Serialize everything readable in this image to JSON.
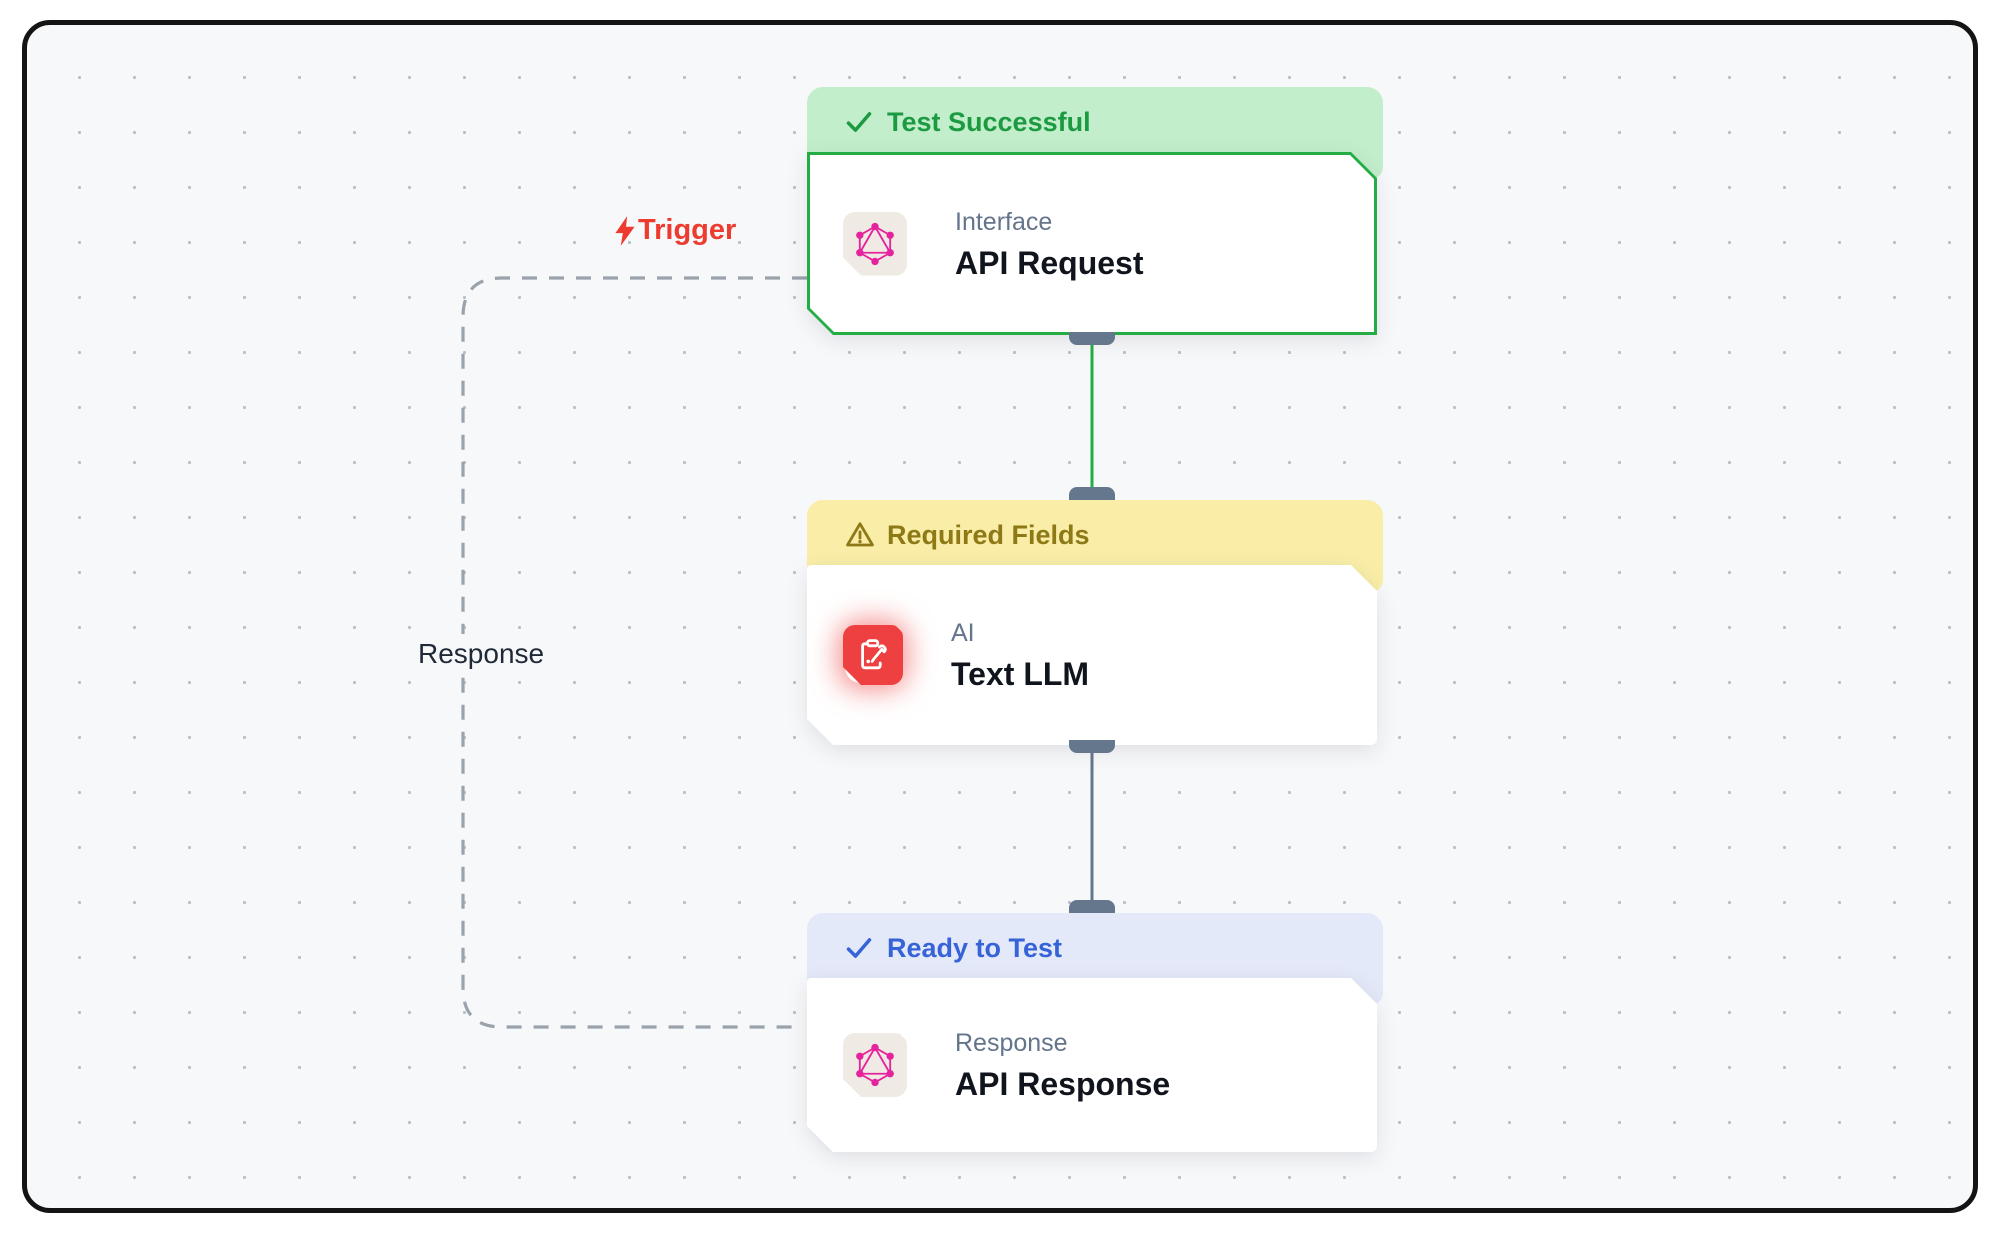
{
  "canvas": {
    "background": "#f7f8fa",
    "dot_color": "#b9c0ca",
    "frame_border_color": "#141414"
  },
  "edge_labels": {
    "trigger": "Trigger",
    "response": "Response"
  },
  "edge_colors": {
    "success_edge": "#25ad45",
    "default_edge": "#64778c",
    "response_loop_dashed": "#9aa2ac",
    "trigger_text": "#ee3b30"
  },
  "nodes": [
    {
      "id": "api-request",
      "status": {
        "label": "Test Successful",
        "icon": "check-icon",
        "bg": "#c3eecb",
        "text_color": "#1b9a41"
      },
      "category": "Interface",
      "title": "API Request",
      "icon": "graphql-logo-icon",
      "border_color": "#25ad45"
    },
    {
      "id": "text-llm",
      "status": {
        "label": "Required Fields",
        "icon": "warning-triangle-icon",
        "bg": "#f9eda8",
        "text_color": "#8d7915"
      },
      "category": "AI",
      "title": "Text LLM",
      "icon": "clipboard-edit-icon",
      "icon_bg": "#ee4040"
    },
    {
      "id": "api-response",
      "status": {
        "label": "Ready to Test",
        "icon": "check-icon",
        "bg": "#e4e9f9",
        "text_color": "#3763d9"
      },
      "category": "Response",
      "title": "API Response",
      "icon": "graphql-logo-icon"
    }
  ]
}
